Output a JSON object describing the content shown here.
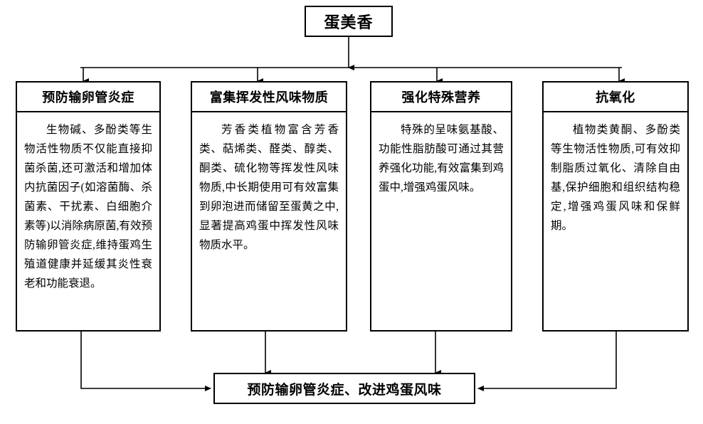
{
  "diagram": {
    "type": "flowchart",
    "title_box": {
      "label": "蛋美香"
    },
    "branches": [
      {
        "id": "branch-1",
        "header": "预防输卵管炎症",
        "body": "生物碱、多酚类等生物活性物质不仅能直接抑菌杀菌,还可激活和增加体内抗菌因子(如溶菌酶、杀菌素、干扰素、白细胞介素等)以消除病原菌,有效预防输卵管炎症,维持蛋鸡生殖道健康并延缓其炎性衰老和功能衰退。"
      },
      {
        "id": "branch-2",
        "header": "富集挥发性风味物质",
        "body": "芳香类植物富含芳香类、萜烯类、醛类、醇类、酮类、硫化物等挥发性风味物质,中长期使用可有效富集到卵泡进而储留至蛋黄之中,显著提高鸡蛋中挥发性风味物质水平。"
      },
      {
        "id": "branch-3",
        "header": "强化特殊营养",
        "body": "特殊的呈味氨基酸、功能性脂肪酸可通过其营养强化功能,有效富集到鸡蛋中,增强鸡蛋风味。"
      },
      {
        "id": "branch-4",
        "header": "抗氧化",
        "body": "植物类黄酮、多酚类等生物活性物质,可有效抑制脂质过氧化、清除自由基,保护细胞和组织结构稳定,增强鸡蛋风味和保鲜期。"
      }
    ],
    "result_box": {
      "label": "预防输卵管炎症、改进鸡蛋风味"
    },
    "colors": {
      "stroke": "#000000",
      "background": "#ffffff",
      "text": "#000000"
    }
  }
}
